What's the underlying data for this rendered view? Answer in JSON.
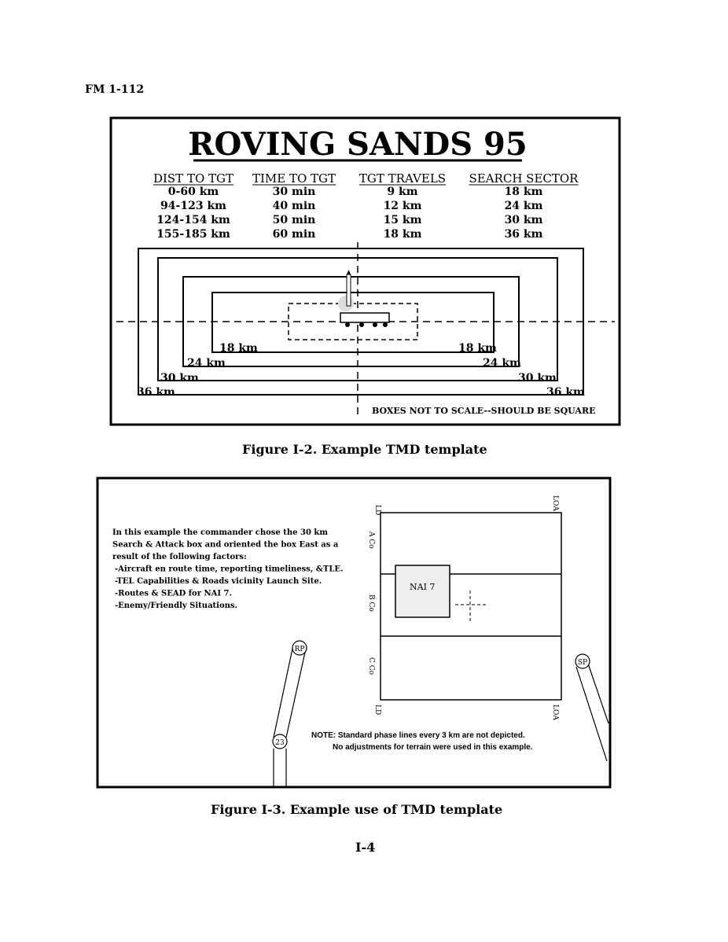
{
  "header": {
    "doc_id": "FM 1-112"
  },
  "figure2": {
    "title": "ROVING SANDS 95",
    "table": {
      "columns": [
        "DIST TO TGT",
        "TIME TO TGT",
        "TGT TRAVELS",
        "SEARCH SECTOR"
      ],
      "rows": [
        [
          "0-60 km",
          "30 min",
          "9 km",
          "18 km"
        ],
        [
          "94-123 km",
          "40 min",
          "12 km",
          "24 km"
        ],
        [
          "124-154 km",
          "50 min",
          "15 km",
          "30 km"
        ],
        [
          "155-185 km",
          "60 min",
          "18 km",
          "36 km"
        ]
      ]
    },
    "box_labels": [
      "18 km",
      "24 km",
      "30 km",
      "36 km"
    ],
    "note": "BOXES NOT TO SCALE--SHOULD BE SQUARE",
    "caption": "Figure I-2.  Example TMD template"
  },
  "figure3": {
    "text_lines": [
      "In this example the commander chose the 30 km",
      "Search & Attack box  and oriented the box East as a",
      "result of the following factors:",
      "-Aircraft en route time, reporting timeliness, &TLE.",
      "-TEL Capabilities & Roads vicinity Launch Site.",
      "-Routes & SEAD for NAI 7.",
      "-Enemy/Friendly Situations."
    ],
    "ld_label": "LD",
    "loa_label": "LOA",
    "company_labels": [
      "A Co",
      "B Co",
      "C Co"
    ],
    "nai_label": "NAI 7",
    "rp_label": "RP",
    "sp_label": "SP",
    "route_number": "23",
    "note_lines": [
      "NOTE:  Standard phase lines every 3 km are not depicted.",
      "No adjustments for terrain were used in this example."
    ],
    "caption": "Figure I-3.  Example use of TMD template"
  },
  "page_number": "I-4"
}
